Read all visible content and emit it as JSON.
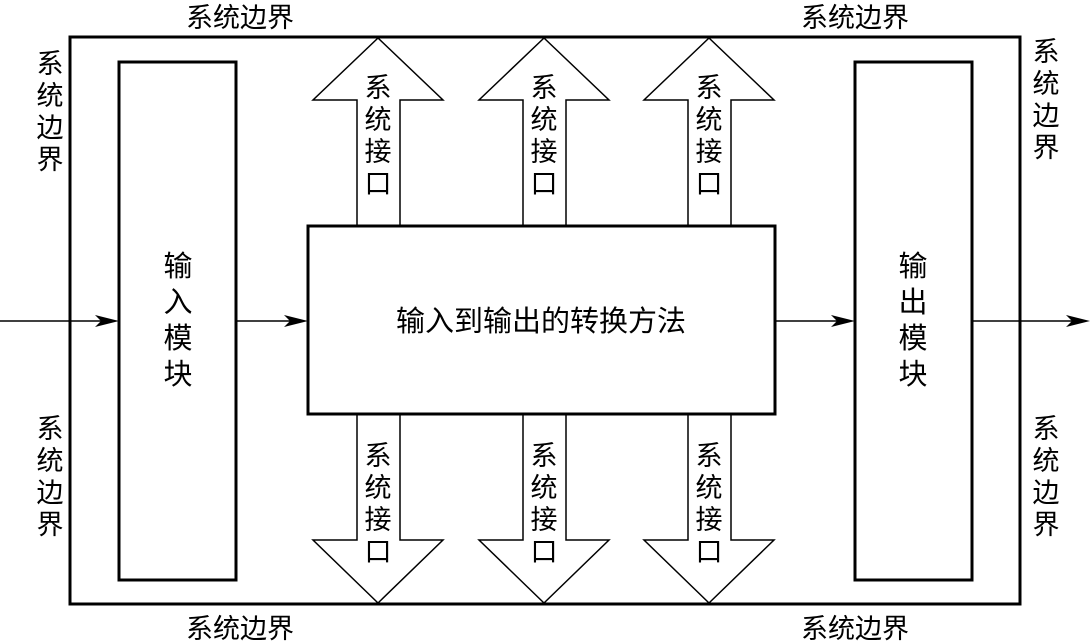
{
  "diagram": {
    "boundary_label": "系统边界",
    "interface_label": "系统接口",
    "input_module_label": "输入模块",
    "output_module_label": "输出模块",
    "transform_label": "输入到输出的转换方法"
  }
}
